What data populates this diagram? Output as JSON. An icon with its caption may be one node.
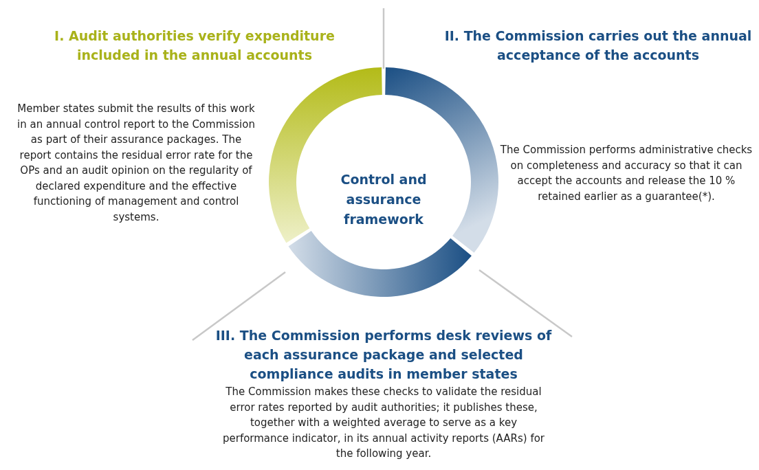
{
  "diagram": {
    "nodes": [
      {
        "text": [
          "Control and assurance framework"
        ]
      }
    ],
    "labels": [
      "I. Audit authorities verify expenditure included in the annual accounts",
      "Member states submit the results of this work in an annual control report to the Commission as part of their assurance packages. The report contains the residual error rate for the OPs and an audit opinion on the regularity of declared expenditure and the effective functioning of management and control systems.",
      "II. The Commission carries out the annual acceptance of the accounts",
      "The Commission performs administrative checks on completeness and accuracy so that it can accept the accounts and release the 10 % retained earlier as a guarantee(*).",
      "III. The Commission performs desk reviews of each assurance package and selected compliance audits in member states",
      "The Commission makes these checks to validate the residual error rates reported by audit authorities; it publishes these, together with a weighted average to serve as a key performance indicator, in its annual activity reports (AARs) for the following year."
    ]
  }
}
